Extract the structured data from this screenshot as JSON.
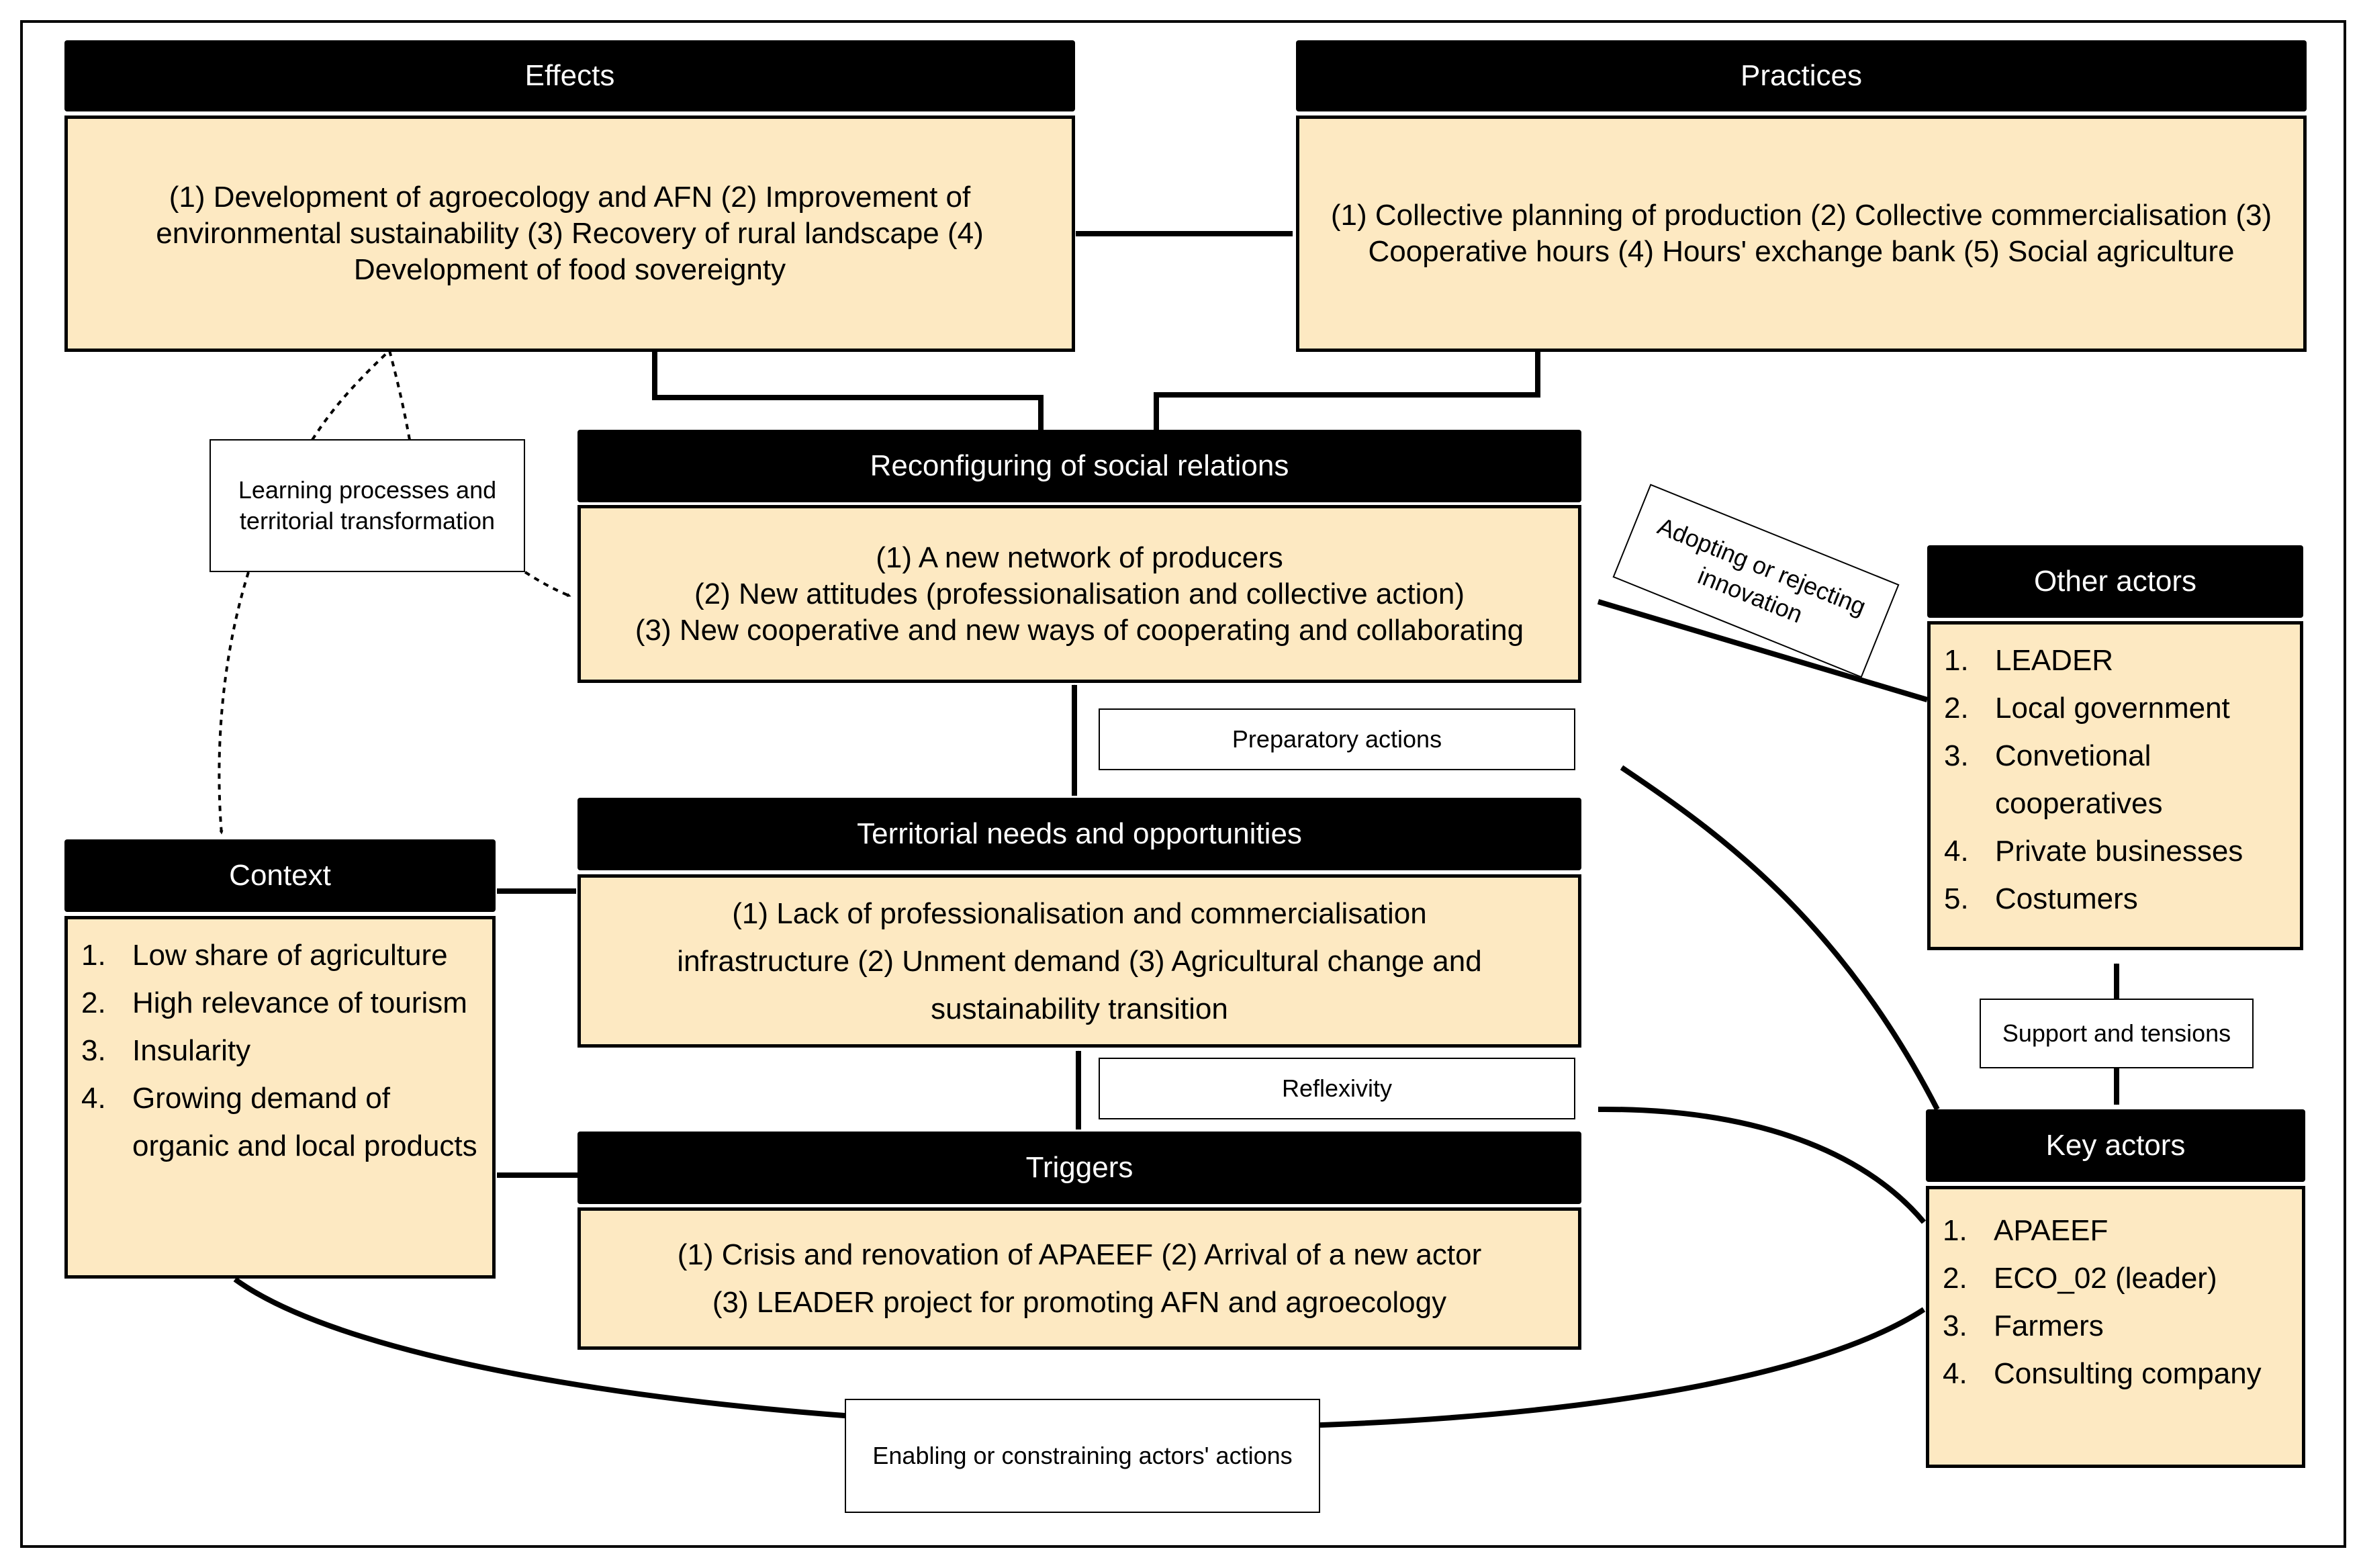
{
  "effects": {
    "title": "Effects",
    "text": "(1) Development of agroecology and AFN (2) Improvement of environmental sustainability (3) Recovery of rural landscape (4) Development of food sovereignty"
  },
  "practices": {
    "title": "Practices",
    "text": "(1) Collective planning of production (2) Collective commercialisation (3) Cooperative hours (4) Hours' exchange bank (5) Social agriculture"
  },
  "reconfiguring": {
    "title": "Reconfiguring of social relations",
    "lines": [
      "(1) A new network of producers",
      "(2) New attitudes (professionalisation and collective action)",
      "(3) New cooperative and new ways of cooperating and collaborating"
    ]
  },
  "territorial": {
    "title": "Territorial needs and opportunities",
    "text": "(1) Lack of professionalisation and commercialisation infrastructure (2) Unment demand (3) Agricultural change and sustainability transition"
  },
  "triggers": {
    "title": "Triggers",
    "lines": [
      "(1) Crisis and renovation of APAEEF (2) Arrival of a new actor",
      "(3) LEADER project for promoting AFN and agroecology"
    ]
  },
  "context": {
    "title": "Context",
    "items": [
      {
        "num": "1.",
        "text": "Low share of agriculture"
      },
      {
        "num": "2.",
        "text": "High relevance of tourism"
      },
      {
        "num": "3.",
        "text": "Insularity"
      },
      {
        "num": "4.",
        "text": "Growing demand of organic and local products"
      }
    ]
  },
  "other_actors": {
    "title": "Other actors",
    "items": [
      {
        "num": "1.",
        "text": "LEADER"
      },
      {
        "num": "2.",
        "text": "Local government"
      },
      {
        "num": "3.",
        "text": "Convetional cooperatives"
      },
      {
        "num": "4.",
        "text": "Private businesses"
      },
      {
        "num": "5.",
        "text": "Costumers"
      }
    ]
  },
  "key_actors": {
    "title": "Key actors",
    "items": [
      {
        "num": "1.",
        "text": "APAEEF"
      },
      {
        "num": "2.",
        "text": "ECO_02 (leader)"
      },
      {
        "num": "3.",
        "text": "Farmers"
      },
      {
        "num": "4.",
        "text": "Consulting company"
      }
    ]
  },
  "labels": {
    "learning": "Learning processes and territorial transformation",
    "adopting": "Adopting or rejecting innovation",
    "preparatory": "Preparatory actions",
    "reflexivity": "Reflexivity",
    "support": "Support and tensions",
    "enabling": "Enabling or constraining actors' actions"
  },
  "colors": {
    "box_fill": "#fde9c2",
    "header_fill": "#000000",
    "border": "#000000"
  }
}
